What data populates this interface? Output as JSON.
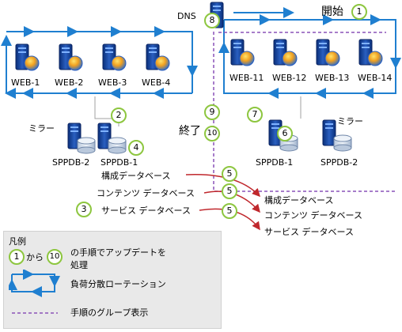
{
  "labels": {
    "dns": "DNS",
    "start": "開始",
    "end": "終了",
    "mirror_left": "ミラー",
    "mirror_right": "ミラー"
  },
  "farm_left": {
    "servers": [
      "WEB-1",
      "WEB-2",
      "WEB-3",
      "WEB-4"
    ],
    "db": [
      "SPPDB-2",
      "SPPDB-1"
    ]
  },
  "farm_right": {
    "servers": [
      "WEB-11",
      "WEB-12",
      "WEB-13",
      "WEB-14"
    ],
    "db": [
      "SPPDB-1",
      "SPPDB-2"
    ]
  },
  "databases_left": [
    "構成データベース",
    "コンテンツ データベース",
    "サービス データベース"
  ],
  "databases_right": [
    "構成データベース",
    "コンテンツ データベース",
    "サービス データベース"
  ],
  "steps": {
    "s1": "1",
    "s2": "2",
    "s3": "3",
    "s4": "4",
    "s5a": "5",
    "s5b": "5",
    "s5c": "5",
    "s6": "6",
    "s7": "7",
    "s8": "8",
    "s9": "9",
    "s10": "10"
  },
  "legend": {
    "title": "凡例",
    "from_num": "1",
    "to_text": "から",
    "to_num": "10",
    "steps_line1": "の手順でアップデートを",
    "steps_line2": "処理",
    "rotation": "負荷分散ローテーション",
    "grouping": "手順のグループ表示"
  },
  "colors": {
    "arrow_blue": "#1f7fd0",
    "group_purple": "#8a52b8",
    "step_green": "#8dc63f",
    "arrow_red": "#c0282d",
    "legend_bg": "#e9e9e9"
  }
}
